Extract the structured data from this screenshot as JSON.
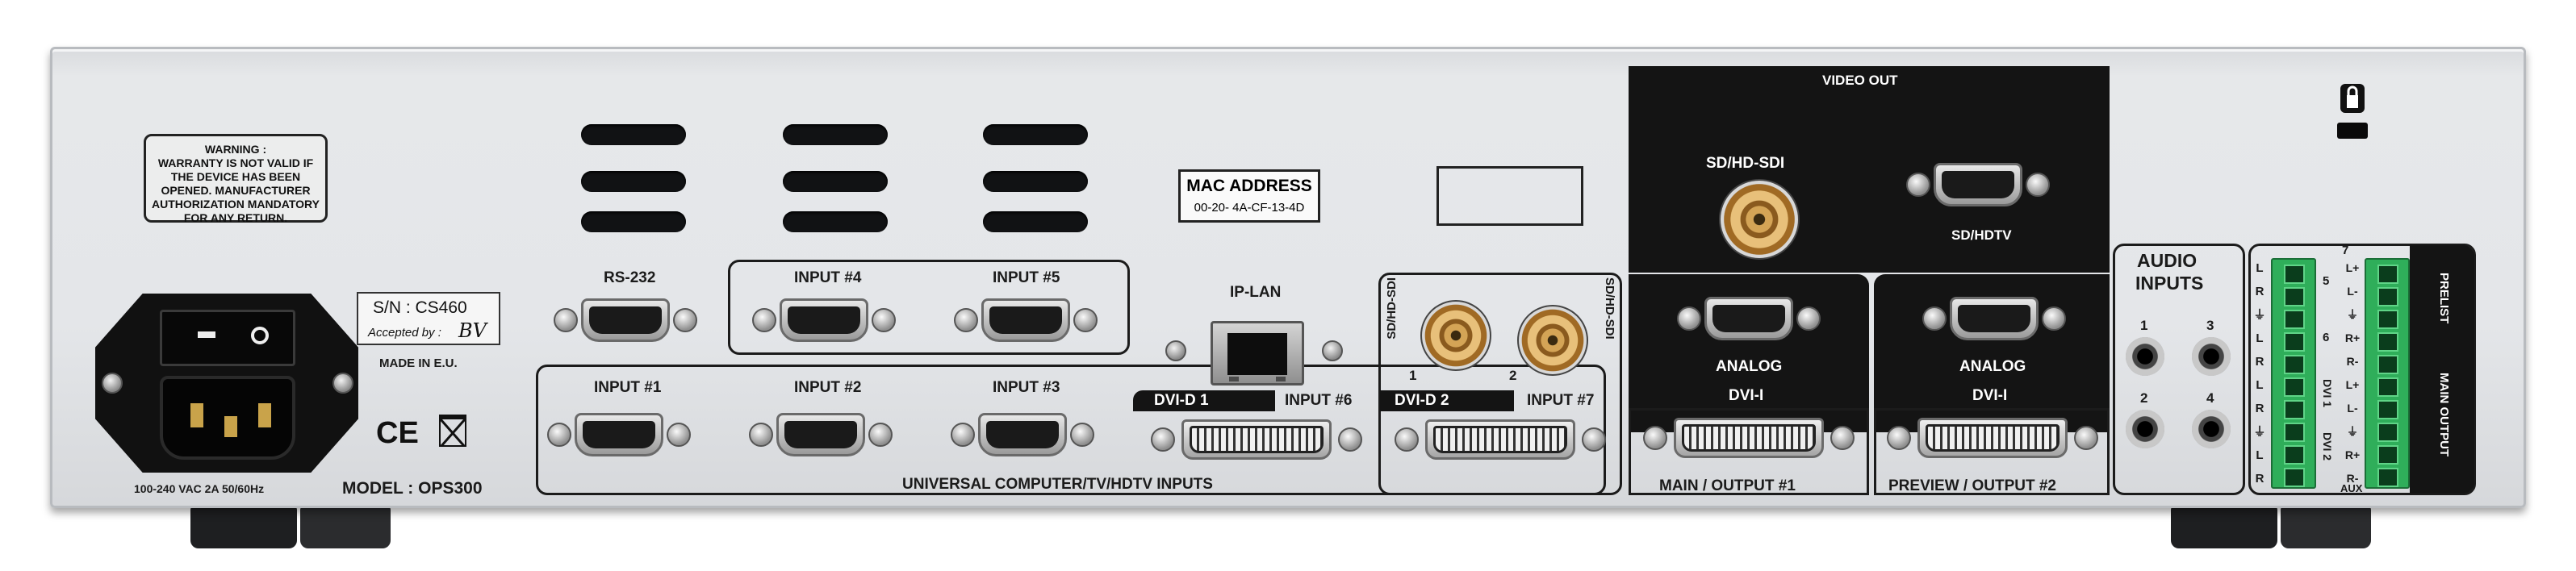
{
  "warning_label": {
    "title": "WARNING :",
    "lines": [
      "WARRANTY IS NOT VALID IF",
      "THE DEVICE HAS BEEN",
      "OPENED. MANUFACTURER",
      "AUTHORIZATION MANDATORY",
      "FOR ANY RETURN."
    ]
  },
  "power": {
    "rating": "100-240 VAC 2A 50/60Hz",
    "switch_on": "I",
    "switch_off": "O"
  },
  "serial": {
    "sn": "S/N : CS460",
    "accepted_by": "Accepted by :",
    "signature": "BV",
    "made_in": "MADE IN E.U."
  },
  "model": "MODEL : OPS300",
  "certification": {
    "ce": "CE"
  },
  "mac": {
    "title": "MAC ADDRESS",
    "value": "00-20- 4A-CF-13-4D"
  },
  "ports": {
    "rs232": "RS-232",
    "input1": "INPUT #1",
    "input2": "INPUT #2",
    "input3": "INPUT #3",
    "input4": "INPUT #4",
    "input5": "INPUT #5",
    "input6": "INPUT #6",
    "input7": "INPUT #7",
    "ip_lan": "IP-LAN",
    "dvid1": "DVI-D 1",
    "dvid2": "DVI-D 2",
    "sdi_in_label": "SD/HD-SDI",
    "sdi_in_1": "1",
    "sdi_in_2": "2",
    "universal_group": "UNIVERSAL COMPUTER/TV/HDTV INPUTS"
  },
  "video_out": {
    "title": "VIDEO OUT",
    "sdi": "SD/HD-SDI",
    "sdhdtv": "SD/HDTV"
  },
  "main_output": {
    "analog": "ANALOG",
    "dvi": "DVI-I",
    "title": "MAIN / OUTPUT #1"
  },
  "preview_output": {
    "analog": "ANALOG",
    "dvi": "DVI-I",
    "title": "PREVIEW / OUTPUT #2"
  },
  "audio": {
    "title_line1": "AUDIO",
    "title_line2": "INPUTS",
    "jacks": [
      "1",
      "3",
      "2",
      "4"
    ]
  },
  "terminal_labels": {
    "left_pins": [
      "L",
      "R",
      "⏚",
      "L",
      "R",
      "L",
      "R",
      "⏚",
      "L",
      "R"
    ],
    "col_numbers": [
      "5",
      "6",
      "7"
    ],
    "dvi1": "DVI 1",
    "dvi2": "DVI 2",
    "aux": "AUX",
    "right_pins": [
      "L+",
      "L-",
      "⏚",
      "R+",
      "R-",
      "L+",
      "L-",
      "⏚",
      "R+",
      "R-"
    ],
    "prelist": "PRELIST",
    "main_output": "MAIN OUTPUT"
  }
}
